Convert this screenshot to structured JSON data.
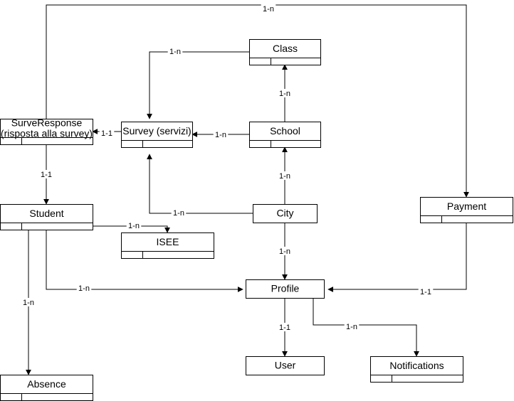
{
  "diagram": {
    "entities": [
      {
        "id": "class",
        "label": "Class",
        "style": "split"
      },
      {
        "id": "school",
        "label": "School",
        "style": "split"
      },
      {
        "id": "survey",
        "label": "Survey (servizi)",
        "style": "split"
      },
      {
        "id": "surve_response",
        "label": "SurveResponse\n(risposta alla survey)",
        "style": "split"
      },
      {
        "id": "student",
        "label": "Student",
        "style": "split"
      },
      {
        "id": "isee",
        "label": "ISEE",
        "style": "split"
      },
      {
        "id": "city",
        "label": "City",
        "style": "plain"
      },
      {
        "id": "payment",
        "label": "Payment",
        "style": "split"
      },
      {
        "id": "profile",
        "label": "Profile",
        "style": "plain"
      },
      {
        "id": "user",
        "label": "User",
        "style": "plain"
      },
      {
        "id": "notifications",
        "label": "Notifications",
        "style": "split"
      },
      {
        "id": "absence",
        "label": "Absence",
        "style": "split"
      }
    ],
    "relations": [
      {
        "id": "surve_response-payment",
        "from": "surve_response",
        "to": "payment",
        "label": "1-n"
      },
      {
        "id": "class-survey",
        "from": "class",
        "to": "survey",
        "label": "1-n"
      },
      {
        "id": "school-class",
        "from": "school",
        "to": "class",
        "label": "1-n"
      },
      {
        "id": "school-survey",
        "from": "school",
        "to": "survey",
        "label": "1-n"
      },
      {
        "id": "survey-surve_response",
        "from": "survey",
        "to": "surve_response",
        "label": "1-1"
      },
      {
        "id": "surve_response-student",
        "from": "surve_response",
        "to": "student",
        "label": "1-1"
      },
      {
        "id": "city-school",
        "from": "city",
        "to": "school",
        "label": "1-n"
      },
      {
        "id": "city-survey",
        "from": "city",
        "to": "survey",
        "label": "1-n"
      },
      {
        "id": "student-isee",
        "from": "student",
        "to": "isee",
        "label": "1-n"
      },
      {
        "id": "city-profile",
        "from": "city",
        "to": "profile",
        "label": "1-n"
      },
      {
        "id": "student-profile",
        "from": "student",
        "to": "profile",
        "label": "1-n"
      },
      {
        "id": "payment-profile",
        "from": "payment",
        "to": "profile",
        "label": "1-1"
      },
      {
        "id": "student-absence",
        "from": "student",
        "to": "absence",
        "label": "1-n"
      },
      {
        "id": "profile-user",
        "from": "profile",
        "to": "user",
        "label": "1-1"
      },
      {
        "id": "profile-notifications",
        "from": "profile",
        "to": "notifications",
        "label": "1-n"
      }
    ]
  }
}
